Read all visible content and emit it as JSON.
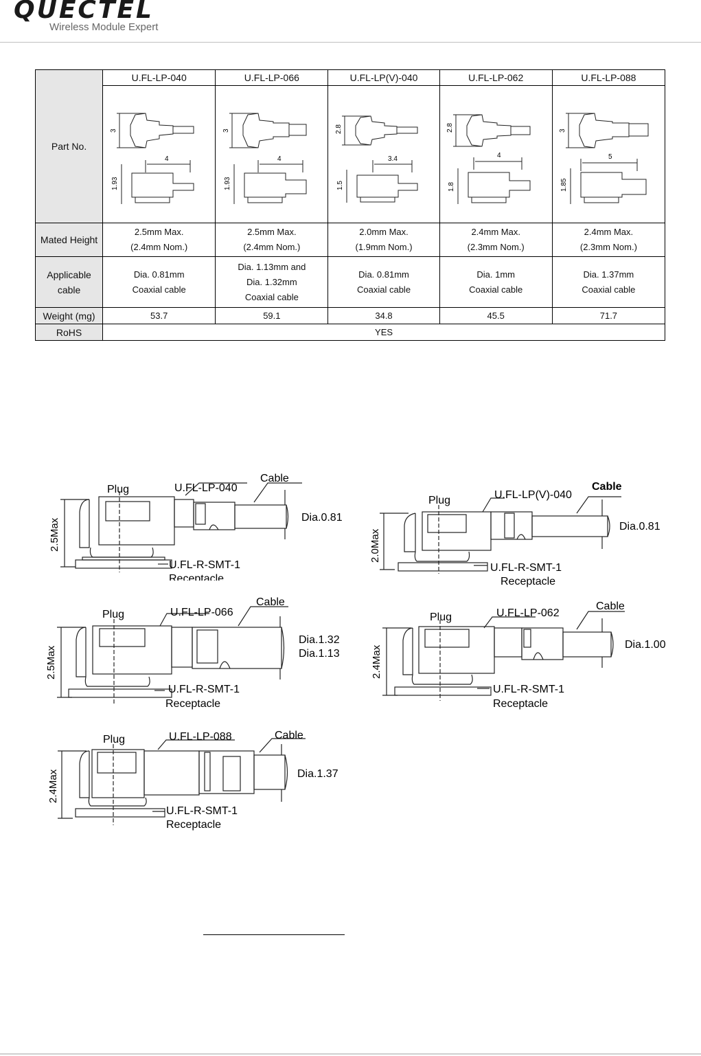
{
  "header": {
    "logo": "QUECTEL",
    "tagline": "Wireless Module Expert"
  },
  "table": {
    "row_headers": {
      "part_no": "Part No.",
      "mated_height": "Mated Height",
      "applicable_cable_1": "Applicable",
      "applicable_cable_2": "cable",
      "weight": "Weight (mg)",
      "rohs": "RoHS"
    },
    "parts": [
      {
        "name": "U.FL-LP-040",
        "h_top": "3",
        "len": "4",
        "h_bot": "1.93",
        "mated_1": "2.5mm Max.",
        "mated_2": "(2.4mm Nom.)",
        "cable_1": "Dia. 0.81mm",
        "cable_2": "Coaxial cable",
        "cable_3": "",
        "weight": "53.7"
      },
      {
        "name": "U.FL-LP-066",
        "h_top": "3",
        "len": "4",
        "h_bot": "1.93",
        "mated_1": "2.5mm Max.",
        "mated_2": "(2.4mm Nom.)",
        "cable_1": "Dia. 1.13mm and",
        "cable_2": "Dia. 1.32mm",
        "cable_3": "Coaxial cable",
        "weight": "59.1"
      },
      {
        "name": "U.FL-LP(V)-040",
        "h_top": "2.8",
        "len": "3.4",
        "h_bot": "1.5",
        "mated_1": "2.0mm Max.",
        "mated_2": "(1.9mm Nom.)",
        "cable_1": "Dia. 0.81mm",
        "cable_2": "Coaxial cable",
        "cable_3": "",
        "weight": "34.8"
      },
      {
        "name": "U.FL-LP-062",
        "h_top": "2.8",
        "len": "4",
        "h_bot": "1.8",
        "mated_1": "2.4mm Max.",
        "mated_2": "(2.3mm Nom.)",
        "cable_1": "Dia. 1mm",
        "cable_2": "Coaxial cable",
        "cable_3": "",
        "weight": "45.5"
      },
      {
        "name": "U.FL-LP-088",
        "h_top": "3",
        "len": "5",
        "h_bot": "1.85",
        "mated_1": "2.4mm Max.",
        "mated_2": "(2.3mm Nom.)",
        "cable_1": "Dia. 1.37mm",
        "cable_2": "Coaxial cable",
        "cable_3": "",
        "weight": "71.7"
      }
    ],
    "rohs_value": "YES"
  },
  "drawings": [
    {
      "plug": "Plug",
      "part": "U.FL-LP-040",
      "cable": "Cable",
      "height": "2.5Max",
      "dia_1": "Dia.0.81",
      "dia_2": "",
      "receptacle_part": "U.FL-R-SMT-1",
      "receptacle": "Receptacle"
    },
    {
      "plug": "Plug",
      "part": "U.FL-LP(V)-040",
      "cable": "Cable",
      "height": "2.0Max",
      "dia_1": "Dia.0.81",
      "dia_2": "",
      "receptacle_part": "U.FL-R-SMT-1",
      "receptacle": "Receptacle"
    },
    {
      "plug": "Plug",
      "part": "U.FL-LP-066",
      "cable": "Cable",
      "height": "2.5Max",
      "dia_1": "Dia.1.32",
      "dia_2": "Dia.1.13",
      "receptacle_part": "U.FL-R-SMT-1",
      "receptacle": "Receptacle"
    },
    {
      "plug": "Plug",
      "part": "U.FL-LP-062",
      "cable": "Cable",
      "height": "2.4Max",
      "dia_1": "Dia.1.00",
      "dia_2": "",
      "receptacle_part": "U.FL-R-SMT-1",
      "receptacle": "Receptacle"
    },
    {
      "plug": "Plug",
      "part": "U.FL-LP-088",
      "cable": "Cable",
      "height": "2.4Max",
      "dia_1": "Dia.1.37",
      "dia_2": "",
      "receptacle_part": "U.FL-R-SMT-1",
      "receptacle": "Receptacle"
    }
  ]
}
